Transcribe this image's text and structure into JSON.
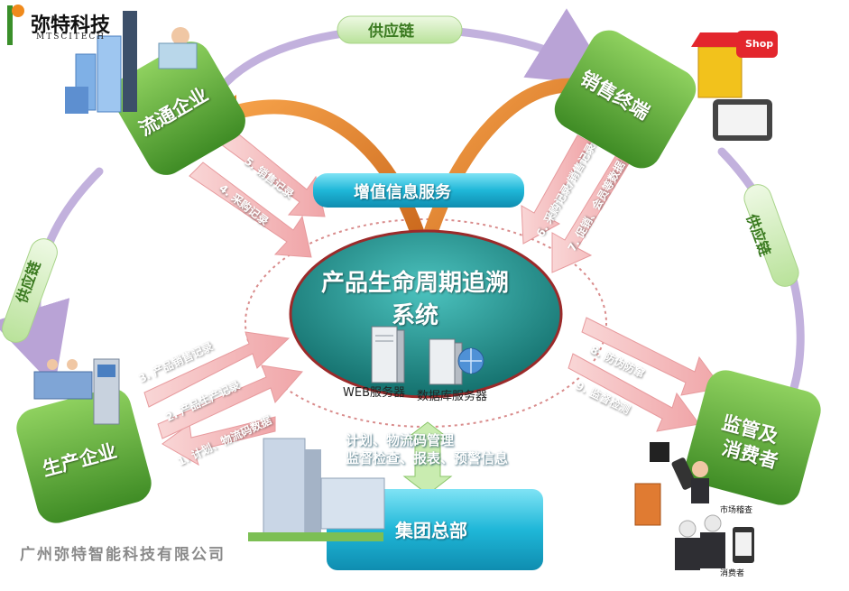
{
  "logo": {
    "brand": "弥特科技",
    "sub": "MTSCITECH"
  },
  "nodes": {
    "circulation": "流通企业",
    "retail": "销售终端",
    "production": "生产企业",
    "supervision_line1": "监管及",
    "supervision_line2": "消费者",
    "headquarters": "集团总部"
  },
  "supply_chain_label": "供应链",
  "value_added": "增值信息服务",
  "center": {
    "title_line1": "产品生命周期追溯",
    "title_line2": "系统",
    "web_server": "WEB服务器",
    "db_server": "数据库服务器"
  },
  "flows": {
    "f1": "1. 计划、物流码数据",
    "f2": "2. 产品生产记录",
    "f3": "3. 产品销售记录",
    "f4": "4. 采购记录",
    "f5": "5. 销售记录",
    "f6": "6. 采购记录/销售记录",
    "f7": "7. 促销、会员等数据",
    "f8": "8. 防伪防窜",
    "f9": "9. 监督检测"
  },
  "headquarters_info": {
    "line1": "计划、物流码管理",
    "line2": "监督检查、报表、预警信息"
  },
  "icons": {
    "shop_sign": "Shop",
    "market_inspection": "市场稽查",
    "consumer": "消费者"
  },
  "company": "广州弥特智能科技有限公司",
  "colors": {
    "node_green": "#5fae3a",
    "teal": "#2a9d9a",
    "pink_arrow": "#f4b6b8",
    "supply_pill": "#d4eec0",
    "blue_bar": "#19b6d6",
    "orange": "#e8841f"
  }
}
